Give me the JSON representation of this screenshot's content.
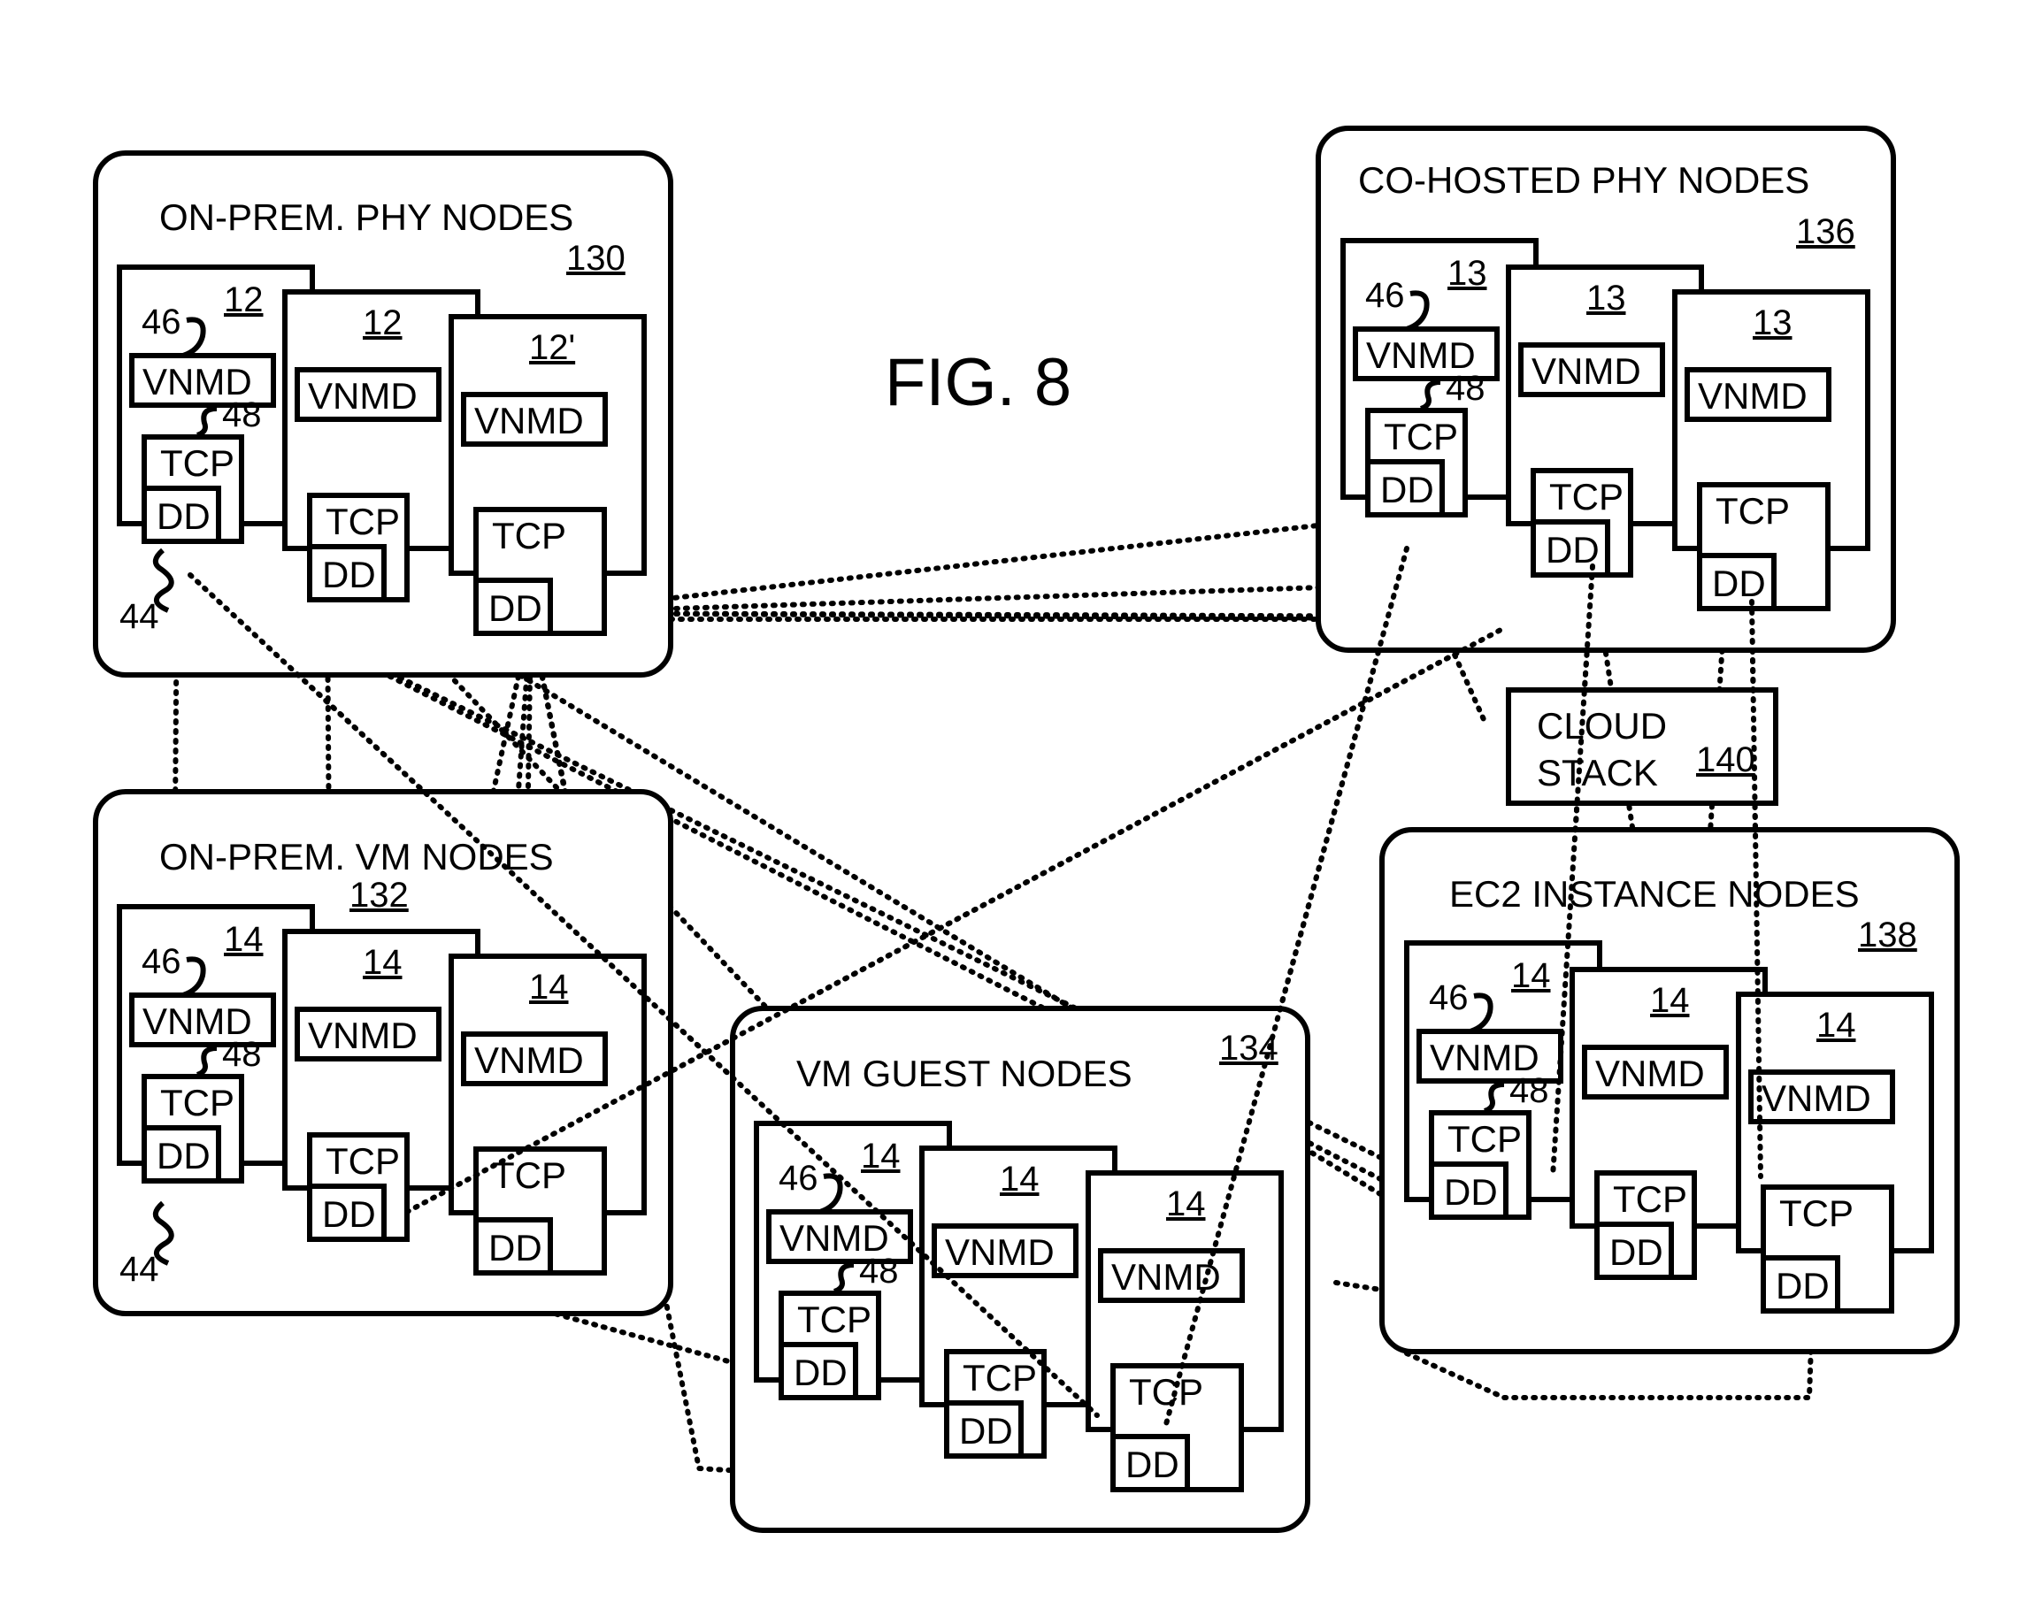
{
  "figure": {
    "label": "FIG. 8"
  },
  "module_labels": {
    "vnmd": "VNMD",
    "tcp": "TCP",
    "dd": "DD"
  },
  "lead_labels": {
    "driver": "44",
    "vnmd": "46",
    "tcp": "48"
  },
  "groups": [
    {
      "id": "on-prem-phy",
      "title": "ON-PREM. PHY NODES",
      "ref": "130",
      "node_refs": [
        "12",
        "12",
        "12'"
      ]
    },
    {
      "id": "on-prem-vm",
      "title": "ON-PREM. VM NODES",
      "ref": "132",
      "node_refs": [
        "14",
        "14",
        "14"
      ]
    },
    {
      "id": "vm-guest",
      "title": "VM GUEST NODES",
      "ref": "134",
      "node_refs": [
        "14",
        "14",
        "14"
      ]
    },
    {
      "id": "co-hosted-phy",
      "title": "CO-HOSTED PHY NODES",
      "ref": "136",
      "node_refs": [
        "13",
        "13",
        "13"
      ]
    },
    {
      "id": "ec2-instance",
      "title": "EC2 INSTANCE NODES",
      "ref": "138",
      "node_refs": [
        "14",
        "14",
        "14"
      ]
    }
  ],
  "cloud_stack": {
    "line1": "CLOUD",
    "line2": "STACK",
    "ref": "140"
  },
  "colors": {
    "ink": "#000000",
    "background": "#ffffff"
  }
}
